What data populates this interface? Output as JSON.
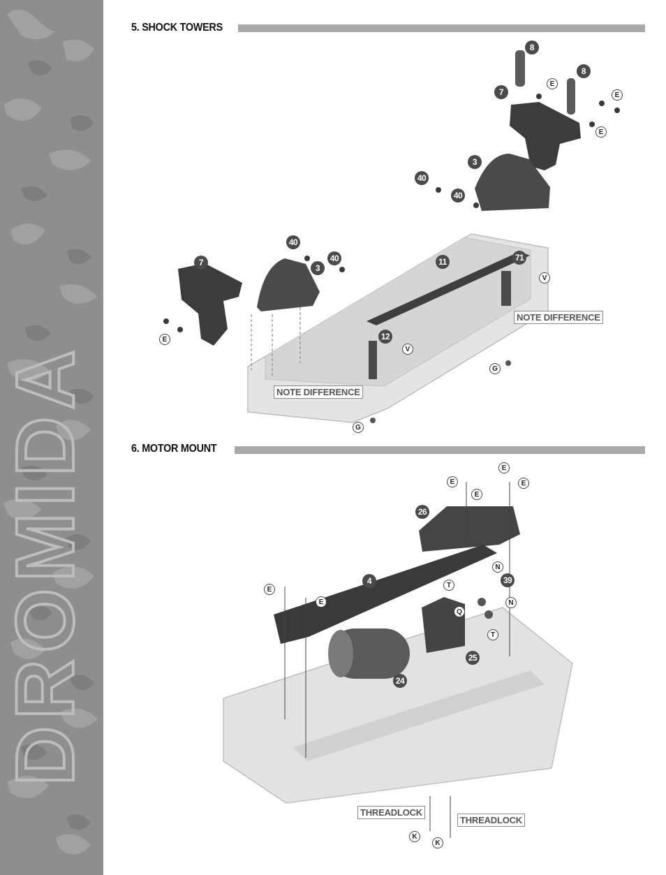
{
  "sidebar": {
    "brand": "DROMIDA"
  },
  "sections": [
    {
      "number_title": "5. SHOCK TOWERS"
    },
    {
      "number_title": "6. MOTOR MOUNT"
    }
  ],
  "shock_towers": {
    "notes": [
      "NOTE DIFFERENCE",
      "NOTE DIFFERENCE"
    ],
    "part_callouts": [
      "8",
      "8",
      "7",
      "3",
      "40",
      "40",
      "40",
      "40",
      "7",
      "3",
      "11",
      "71",
      "12"
    ],
    "hardware_callouts": [
      "E",
      "E",
      "E",
      "E",
      "V",
      "V",
      "G",
      "G"
    ]
  },
  "motor_mount": {
    "notes": [
      "THREADLOCK",
      "THREADLOCK"
    ],
    "part_callouts": [
      "26",
      "4",
      "39",
      "25",
      "24"
    ],
    "hardware_callouts": [
      "E",
      "E",
      "E",
      "E",
      "E",
      "E",
      "N",
      "N",
      "T",
      "T",
      "Q",
      "K",
      "K"
    ]
  },
  "colors": {
    "sidebar": "#8e8e8e",
    "header_bar": "#a9a9a9",
    "callout": "#4a4a4a"
  }
}
